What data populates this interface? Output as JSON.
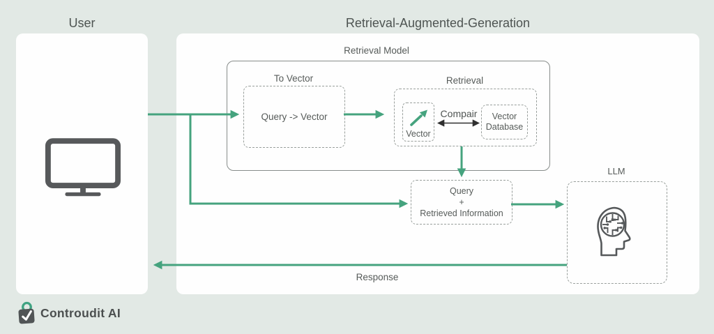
{
  "colors": {
    "background": "#e2e9e5",
    "panel": "#fefefe",
    "accent_green": "#45a37e",
    "arrow_black": "#2f2f2f",
    "text_gray": "#565b59",
    "dashed_border": "#989e9b",
    "icon_dark": "#57595b"
  },
  "titles": {
    "user": "User",
    "rag": "Retrieval-Augmented-Generation"
  },
  "retrieval_model": {
    "title": "Retrieval Model"
  },
  "to_vector": {
    "label": "To Vector",
    "text": "Query -> Vector"
  },
  "retrieval": {
    "label": "Retrieval",
    "vector_label": "Vector",
    "compare_label": "Compair",
    "vector_database_line1": "Vector",
    "vector_database_line2": "Database"
  },
  "query_box": {
    "line1": "Query",
    "line2": "+",
    "line3": "Retrieved Information"
  },
  "llm": {
    "label": "LLM"
  },
  "response": {
    "label": "Response"
  },
  "logo": {
    "text": "Controudit AI"
  }
}
